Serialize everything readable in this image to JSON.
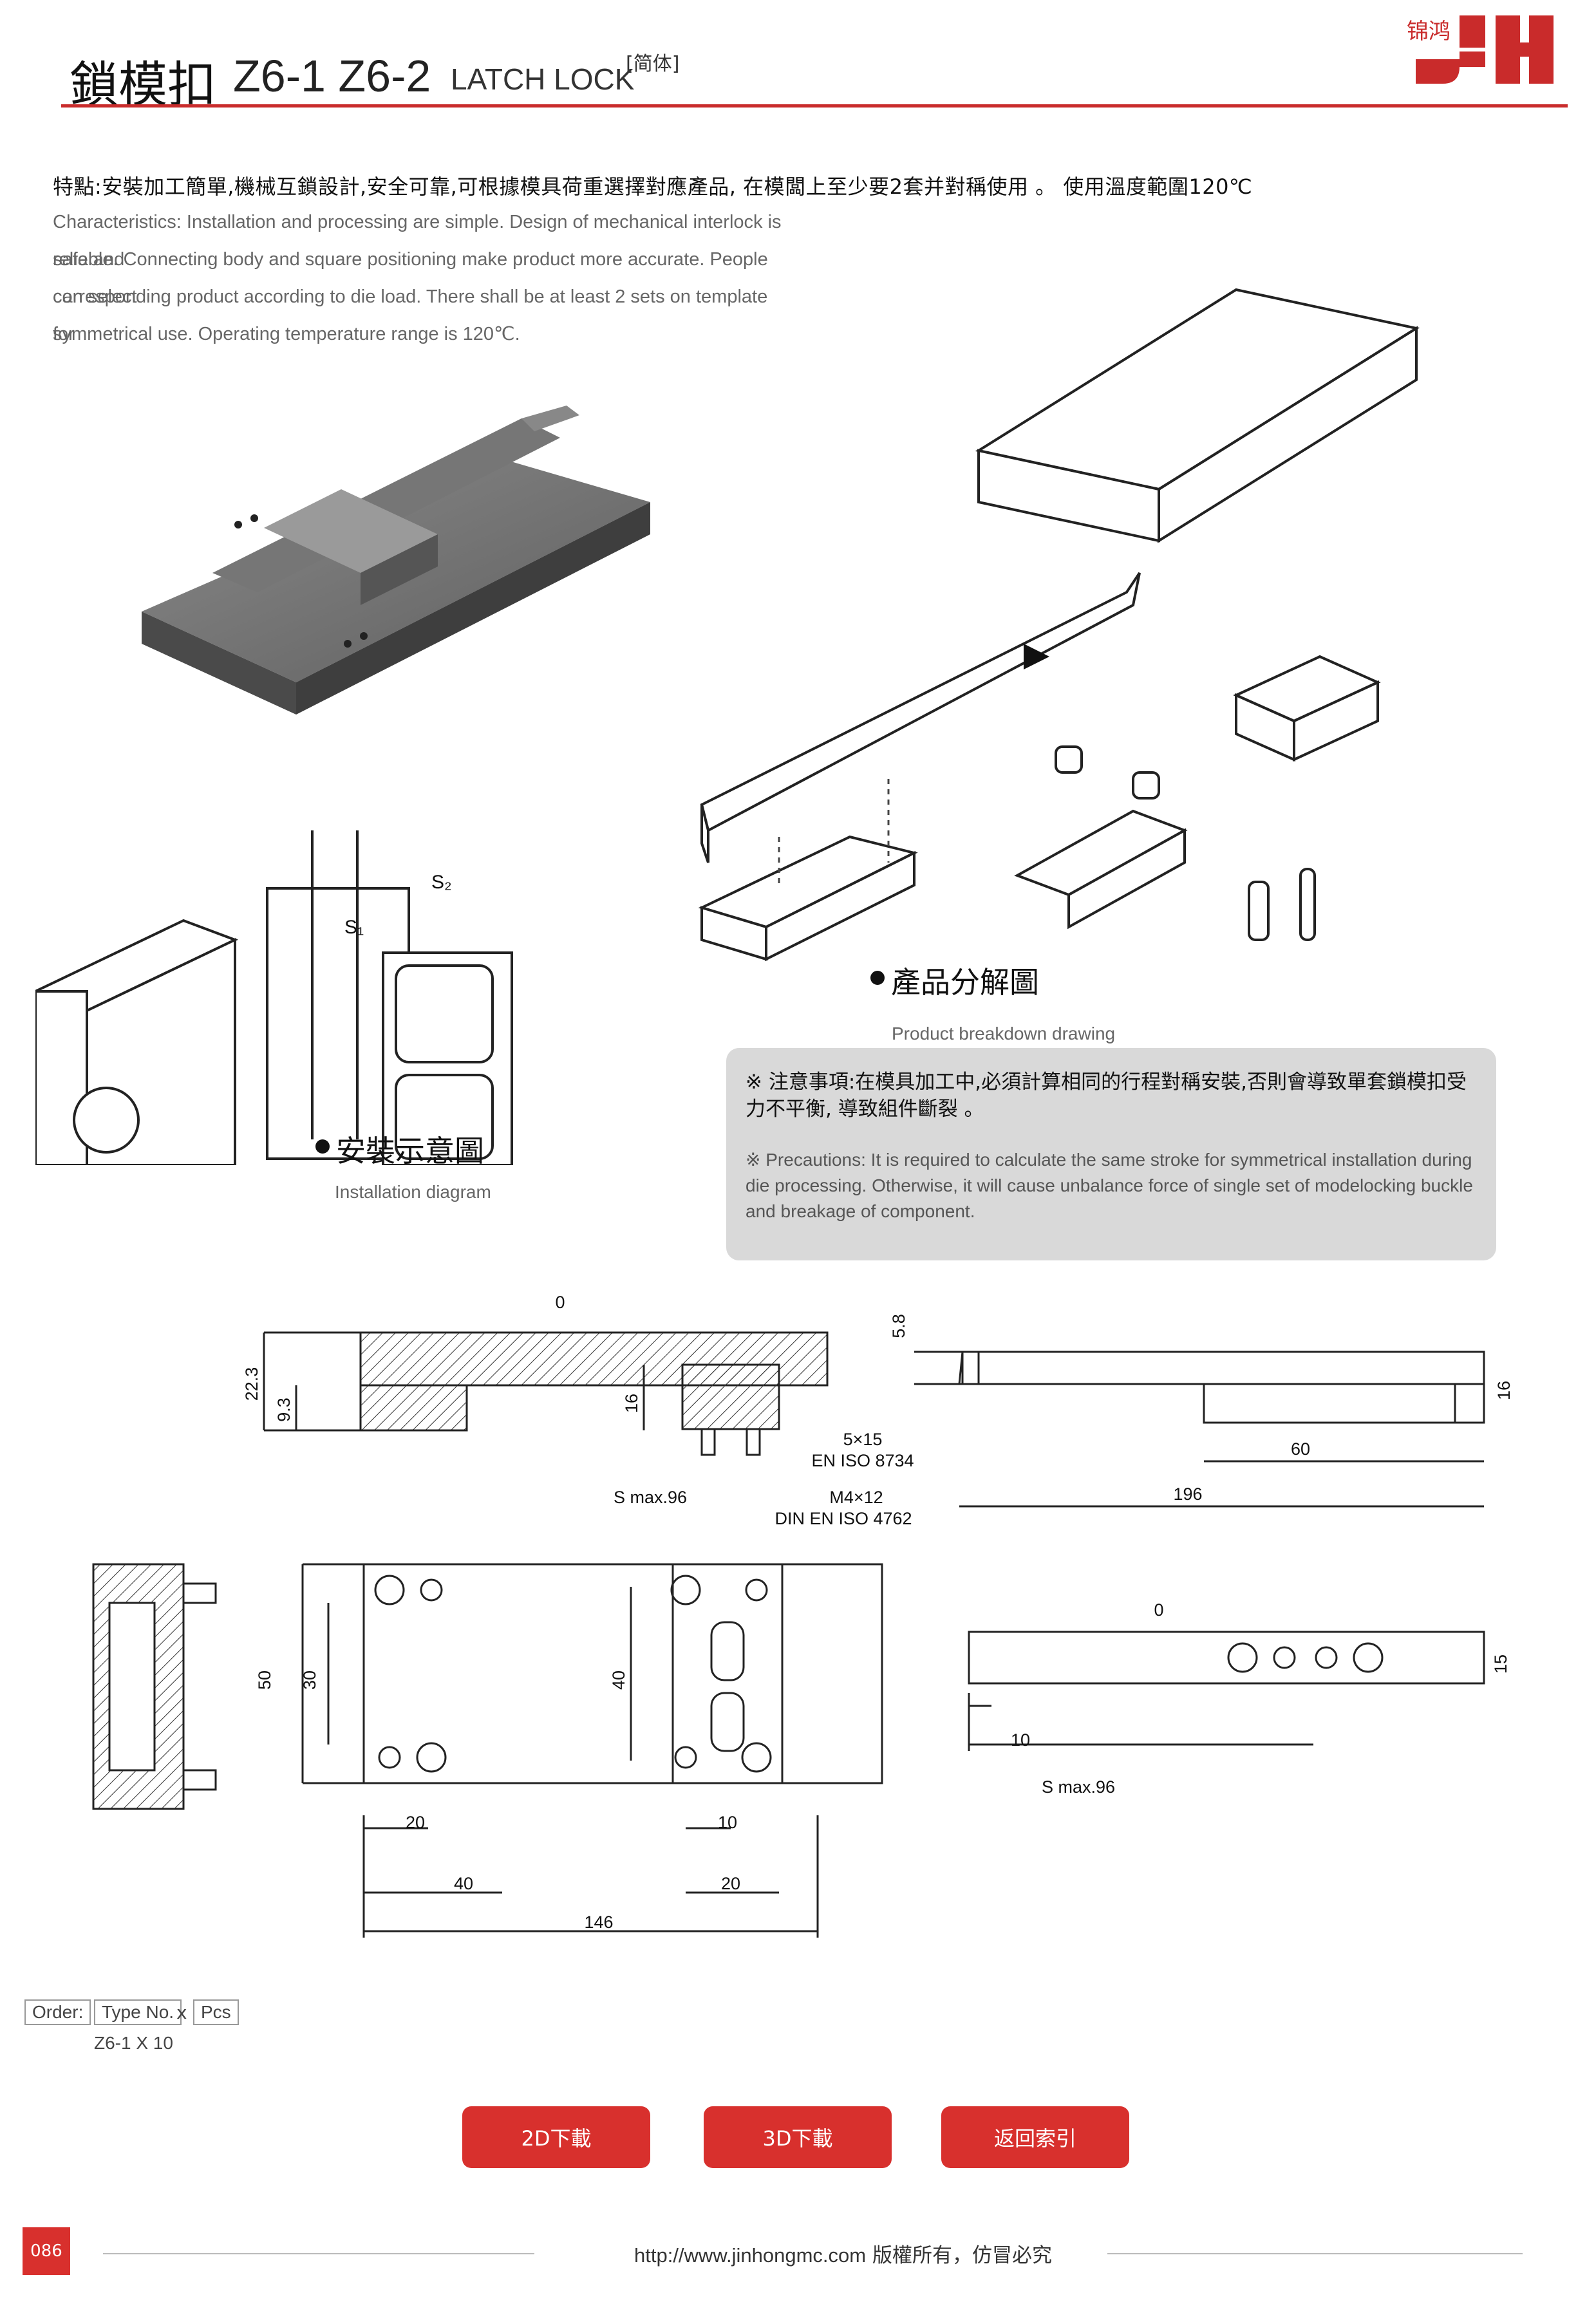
{
  "header": {
    "title_cn": "鎖模扣",
    "title_model": "Z6-1 Z6-2",
    "title_en": "LATCH LOCK",
    "simplified_link": "[简体]",
    "logo_text": "锦鸿",
    "logo_letters": "JH",
    "brand_color": "#c92b2b"
  },
  "features": {
    "cn": "特點:安裝加工簡單,機械互鎖設計,安全可靠,可根據模具荷重選擇對應產品, 在模闆上至少要2套并對稱使用 。 使用溫度範圍120℃",
    "en_lines": [
      "Characteristics: Installation and processing are simple. Design of mechanical interlock is safe and",
      "reliable. Connecting body and square positioning make product more accurate. People can select",
      "corresponding product according to die load. There shall be at least 2 sets on template for",
      "symmetrical use. Operating temperature range is 120℃."
    ]
  },
  "figures": {
    "breakdown_cn": "產品分解圖",
    "breakdown_en": "Product breakdown drawing",
    "install_cn": "安裝示意圖",
    "install_en": "Installation diagram",
    "install_s1": "S₁",
    "install_s2": "S₂"
  },
  "note": {
    "cn": "※ 注意事項:在模具加工中,必須計算相同的行程對稱安裝,否則會導致單套鎖模扣受力不平衡, 導致組件斷裂 。",
    "en": "※ Precautions: It is required to calculate the same stroke for symmetrical installation during die processing. Otherwise, it will cause unbalance force of single set of modelocking buckle and breakage of component."
  },
  "drawing": {
    "zero": "0",
    "d22_3": "22.3",
    "d9_3": "9.3",
    "d16": "16",
    "d5_8": "5.8",
    "screw1": "5×15",
    "screw1_std": "EN ISO 8734",
    "screw2": "M4×12",
    "screw2_std": "DIN EN ISO 4762",
    "smax": "S max.96",
    "d60": "60",
    "d196": "196",
    "d50": "50",
    "d30": "30",
    "d40": "40",
    "d20": "20",
    "d10": "10",
    "d146": "146",
    "d15": "15"
  },
  "order": {
    "label": "Order:",
    "type": "Type No.",
    "x": "x",
    "pcs": "Pcs",
    "example": "Z6-1 X 10"
  },
  "buttons": {
    "download_2d": "2D下載",
    "download_3d": "3D下載",
    "back_index": "返回索引",
    "color": "#d8302d"
  },
  "footer": {
    "page": "086",
    "url": "http://www.jinhongmc.com",
    "copyright": "版權所有，仿冒必究"
  }
}
